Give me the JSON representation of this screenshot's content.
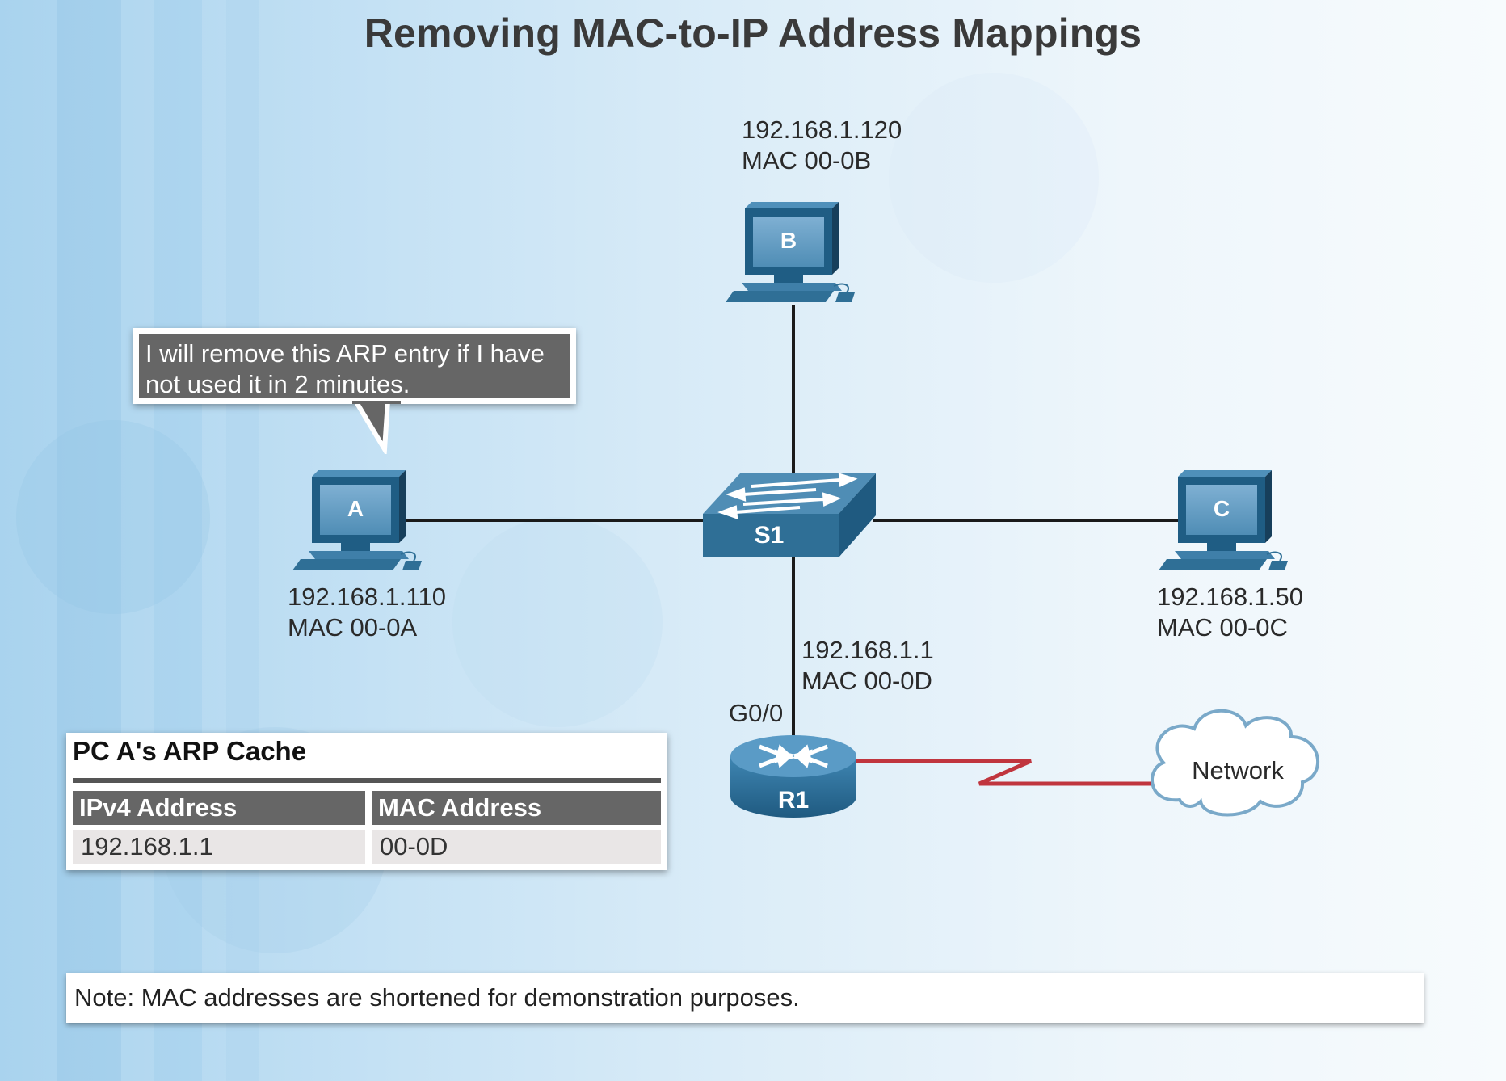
{
  "title": "Removing MAC-to-IP Address Mappings",
  "devices": {
    "pc_a": {
      "letter": "A",
      "ip": "192.168.1.110",
      "mac": "MAC 00-0A"
    },
    "pc_b": {
      "letter": "B",
      "ip": "192.168.1.120",
      "mac": "MAC 00-0B"
    },
    "pc_c": {
      "letter": "C",
      "ip": "192.168.1.50",
      "mac": "MAC 00-0C"
    },
    "switch": {
      "label": "S1"
    },
    "router": {
      "label": "R1",
      "ip": "192.168.1.1",
      "mac": "MAC 00-0D",
      "interface": "G0/0"
    },
    "cloud": {
      "label": "Network"
    }
  },
  "callout": {
    "line1": "I will remove this ARP entry if I have",
    "line2": "not used it in 2 minutes."
  },
  "arp_cache": {
    "title": "PC A's ARP Cache",
    "headers": [
      "IPv4 Address",
      "MAC Address"
    ],
    "rows": [
      [
        "192.168.1.1",
        "00-0D"
      ]
    ]
  },
  "note": "Note: MAC addresses are shortened for demonstration purposes.",
  "colors": {
    "device_blue": "#2f6f96",
    "device_light": "#4f8db5",
    "link": "#1a1a1a",
    "serial_link": "#c0353e",
    "callout_bg": "#666666"
  }
}
